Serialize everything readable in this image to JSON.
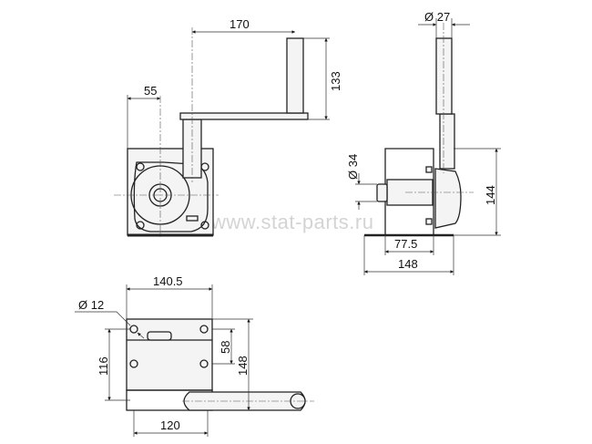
{
  "watermark": "www.stat-parts.ru",
  "front_view": {
    "dim_arm": "170",
    "dim_height": "133",
    "dim_offset": "55"
  },
  "side_view": {
    "dim_handle_dia": "Ø 27",
    "dim_drum_dia": "Ø 34",
    "dim_height": "144",
    "dim_bracket": "77.5",
    "dim_base": "148"
  },
  "plan_view": {
    "dim_width": "140.5",
    "dim_hole_dia": "Ø 12",
    "dim_hole_vert": "116",
    "dim_hole_spacing": "58",
    "dim_depth": "148",
    "dim_hole_horiz": "120"
  }
}
